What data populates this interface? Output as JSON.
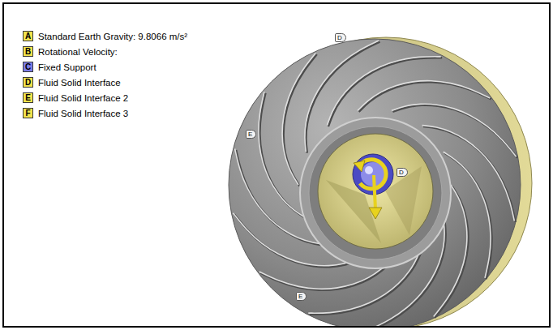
{
  "diagram": {
    "labels": [
      "A",
      "B",
      "C",
      "D",
      "E",
      "F",
      "D",
      "E",
      "E",
      "D"
    ],
    "legend": [
      {
        "text": "Standard Earth Gravity: 9.8066 m/s²",
        "color": "#f2e34c"
      },
      {
        "text": "Rotational Velocity:",
        "color": "#f2e34c"
      },
      {
        "text": "Fixed Support",
        "color": "#7b7be6"
      },
      {
        "text": "Fluid Solid Interface",
        "color": "#f2e34c"
      },
      {
        "text": "Fluid Solid Interface 2",
        "color": "#f2e34c"
      },
      {
        "text": "Fluid Solid Interface 3",
        "color": "#f2e34c"
      }
    ]
  }
}
